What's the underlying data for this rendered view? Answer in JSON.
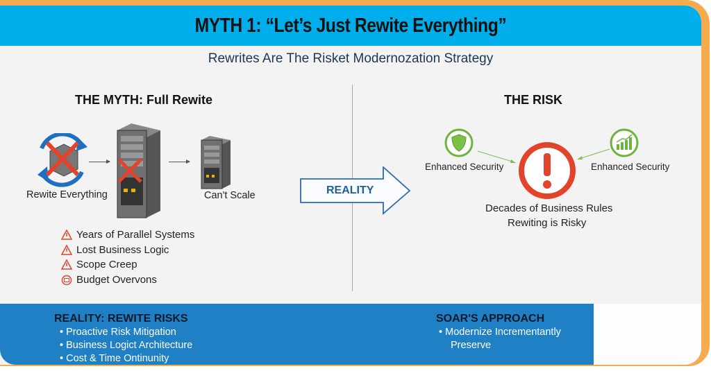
{
  "header": {
    "title": "MYTH 1: “Let’s Just Rewite Everything”",
    "subtitle": "Rewrites Are The Risket Modernozation Strategy"
  },
  "myth": {
    "heading": "THE MYTH: Full Rewite",
    "rewrite_label": "Rewite Everything",
    "scale_label": "Can't Scale",
    "risks": [
      {
        "icon": "warning-icon",
        "label": "Years of Parallel Systems"
      },
      {
        "icon": "warning-icon",
        "label": "Lost Business Logic"
      },
      {
        "icon": "warning-icon",
        "label": "Scope Creep"
      },
      {
        "icon": "budget-icon",
        "label": "Budget Overvons"
      }
    ]
  },
  "reality_arrow": {
    "label": "REALITY"
  },
  "risk": {
    "heading": "THE RISK",
    "left_label": "Enhanced Security",
    "right_label": "Enhanced Security",
    "caption_line1": "Decades of Business Rules",
    "caption_line2": "Rewiting is Risky"
  },
  "bottom": {
    "left_title": "REALITY: REWITE RISKS",
    "left_items": [
      "Proactive Risk Mitigation",
      "Business Logict Architecture",
      "Cost & Time Ontinunity"
    ],
    "right_title": "SOAR'S APPROACH",
    "right_items": [
      "Modernize Incrementantly",
      "Preserve"
    ]
  },
  "colors": {
    "header": "#00aeec",
    "frame": "#f6ab4f",
    "band": "#1f80c6",
    "danger": "#e2432b",
    "success": "#6cb33f"
  }
}
